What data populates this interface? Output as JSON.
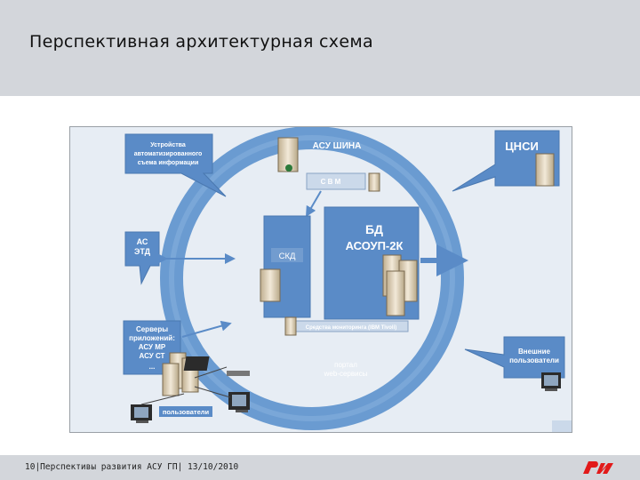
{
  "header": {
    "title": "Перспективная архитектурная схема"
  },
  "diagram": {
    "callouts": {
      "devices": "Устройства автоматизированного съема информации",
      "as_etd": [
        "АС",
        "ЭТД"
      ],
      "servers": [
        "Серверы",
        "приложений:",
        "АСУ МР",
        "АСУ СТ",
        "..."
      ],
      "tsnsi": "ЦНСИ",
      "external": [
        "Внешние",
        "пользователи"
      ]
    },
    "bus": "АСУ ШИНА",
    "svm": "С В М",
    "skd": "СКД",
    "db": [
      "БД",
      "АСОУП-2К"
    ],
    "monitoring": "Средства мониторинга (IBM Tivoli)",
    "portal": [
      "портал",
      "web-сервисы"
    ],
    "users": "пользователи"
  },
  "footer": {
    "text": "10|Перспективы развития АСУ ГП| 13/10/2010"
  },
  "colors": {
    "ring": "#6a9bd1",
    "box": "#5a8bc7",
    "box_light": "#cbd9ea",
    "accent": "#e21a1a"
  }
}
